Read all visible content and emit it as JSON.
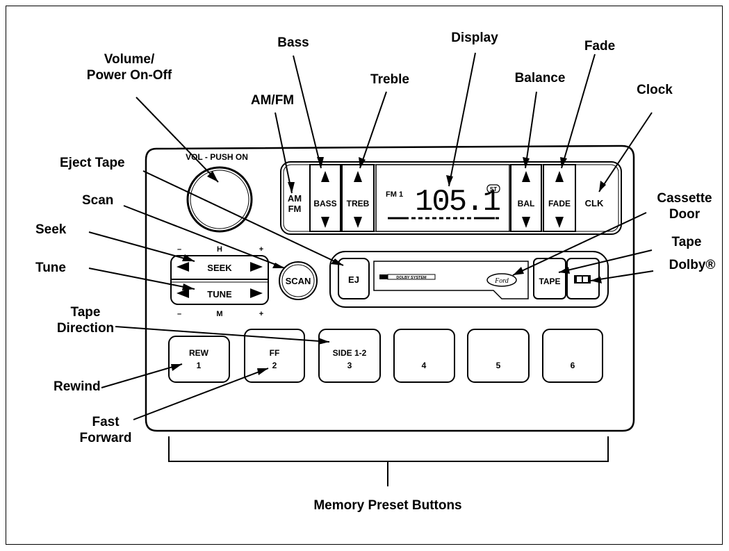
{
  "callouts": {
    "volume": "Volume/\nPower On-Off",
    "am_fm": "AM/FM",
    "bass": "Bass",
    "treble": "Treble",
    "display": "Display",
    "balance": "Balance",
    "fade": "Fade",
    "clock": "Clock",
    "eject_tape": "Eject Tape",
    "scan": "Scan",
    "seek": "Seek",
    "tune": "Tune",
    "tape_direction": "Tape\nDirection",
    "rewind": "Rewind",
    "fast_forward": "Fast\nForward",
    "cassette_door": "Cassette\nDoor",
    "tape": "Tape",
    "dolby": "Dolby®",
    "memory_preset": "Memory Preset Buttons"
  },
  "radio": {
    "vol_label": "VOL - PUSH ON",
    "am": "AM",
    "fm": "FM",
    "bass": "BASS",
    "treb": "TREB",
    "band": "FM 1",
    "frequency": "105.1",
    "stereo": "ST",
    "bal": "BAL",
    "fade": "FADE",
    "clk": "CLK",
    "h": "H",
    "m": "M",
    "minus": "–",
    "plus": "+",
    "seek": "SEEK",
    "tune": "TUNE",
    "scan": "SCAN",
    "ej": "EJ",
    "dolby_system": "DOLBY SYSTEM",
    "brand": "Ford",
    "tape": "TAPE",
    "presets": [
      {
        "top": "REW",
        "bottom": "1"
      },
      {
        "top": "FF",
        "bottom": "2"
      },
      {
        "top": "SIDE 1-2",
        "bottom": "3"
      },
      {
        "top": "",
        "bottom": "4"
      },
      {
        "top": "",
        "bottom": "5"
      },
      {
        "top": "",
        "bottom": "6"
      }
    ]
  }
}
